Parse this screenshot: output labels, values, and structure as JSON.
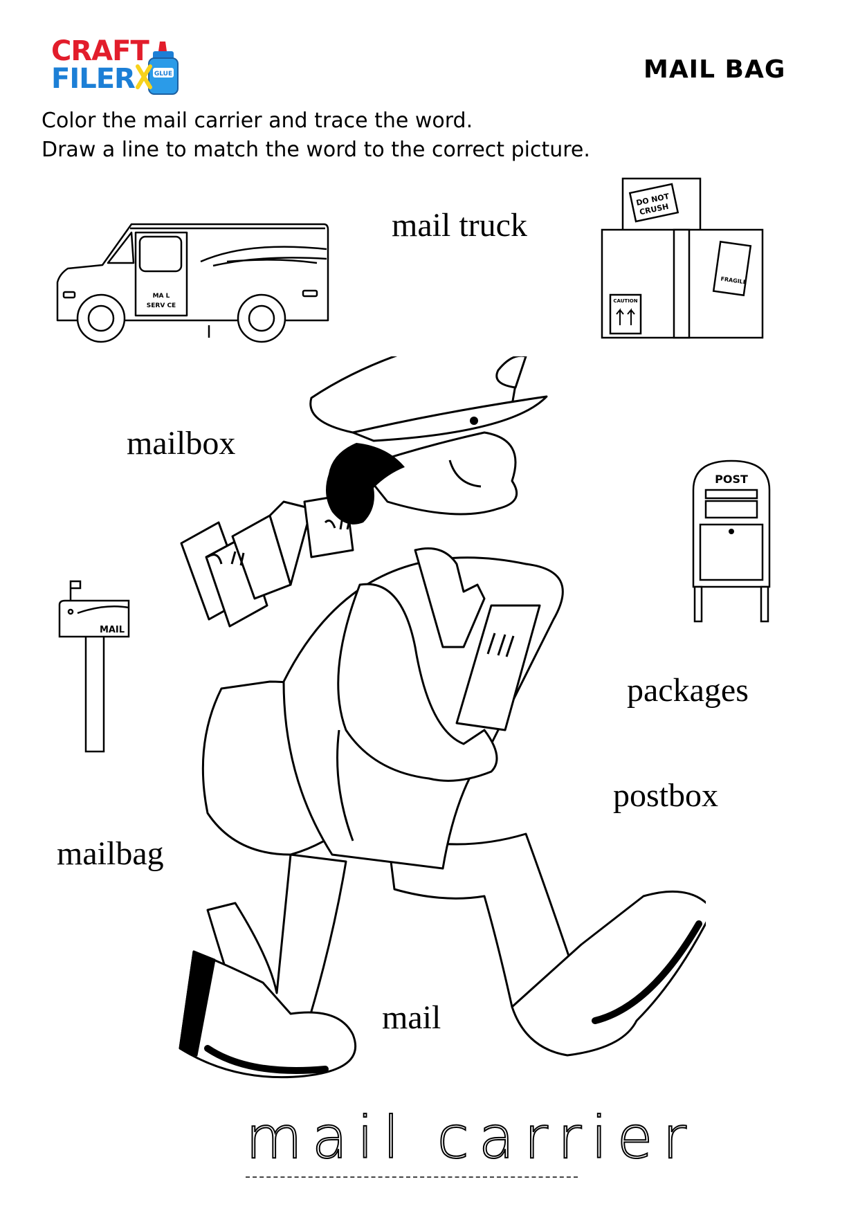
{
  "logo": {
    "line1": "CRAFT",
    "line2": "FILER",
    "glue_label": "GLUE",
    "colors": {
      "craft": "#e21d2b",
      "filer": "#1c7fd6",
      "glue": "#2b9be8",
      "scissors": "#f7d21b"
    }
  },
  "title": "MAIL BAG",
  "instructions": [
    "Color the mail carrier and trace the word.",
    "Draw a line to match the word to the correct picture."
  ],
  "words": {
    "mail_truck": "mail truck",
    "mailbox": "mailbox",
    "packages": "packages",
    "postbox": "postbox",
    "mailbag": "mailbag",
    "mail": "mail"
  },
  "trace_word": "mail carrier",
  "pictures": {
    "truck_door_line1": "MA L",
    "truck_door_line2": "SERV CE",
    "box_label_1": "DO NOT",
    "box_label_2": "CRUSH",
    "box_label_fragile": "FRAGILE",
    "box_label_caution": "CAUTION",
    "postbox_label": "POST",
    "mailbox_label": "MAIL"
  }
}
